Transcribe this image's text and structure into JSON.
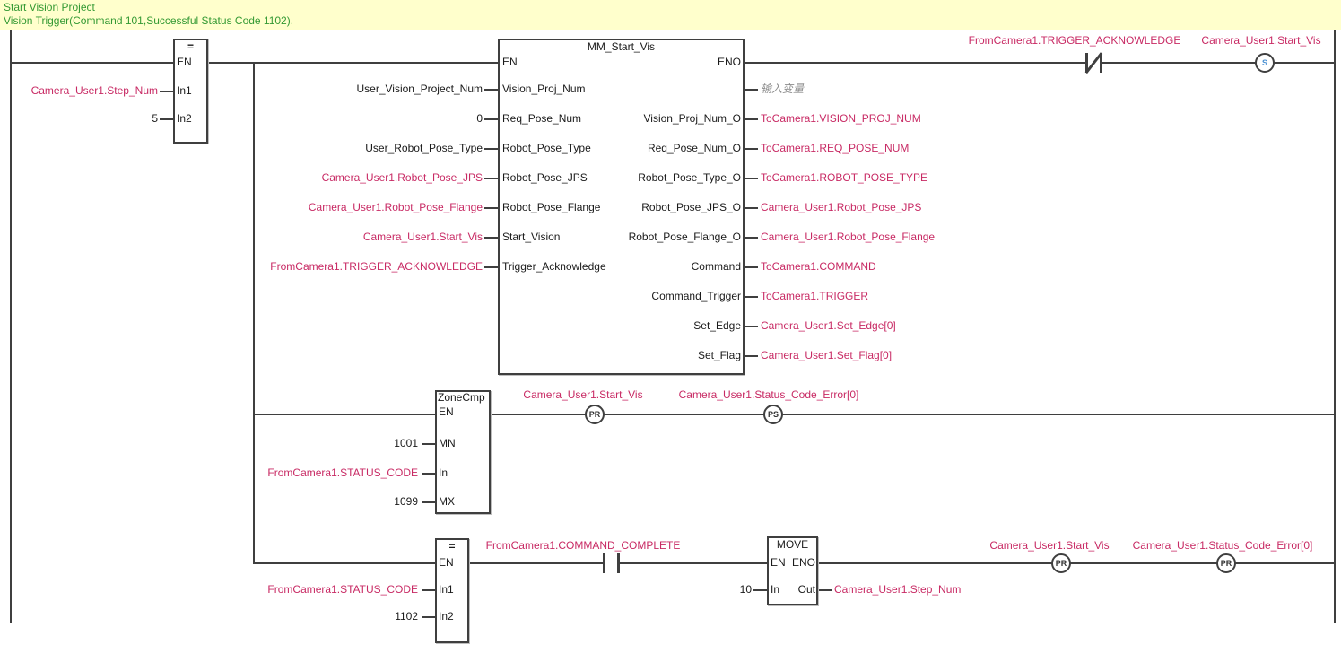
{
  "comment": {
    "line1": "Start Vision Project",
    "line2": "Vision Trigger(Command 101,Successful Status Code 1102)."
  },
  "colors": {
    "variable_text": "#c82a64",
    "literal_text": "#1a1a1a",
    "comment_text": "#339933",
    "comment_background": "#ffffcc",
    "wire": "#3f3f3f",
    "set_coil_letter": "#4a90d2",
    "annotation_text": "#8c8c8c"
  },
  "rung1": {
    "eq_block": {
      "title": "=",
      "en": "EN",
      "in1": "In1",
      "in2": "In2",
      "in1_operand": "Camera_User1.Step_Num",
      "in2_operand": "5"
    },
    "mm_block": {
      "title": "MM_Start_Vis",
      "pins_left": [
        "EN",
        "Vision_Proj_Num",
        "Req_Pose_Num",
        "Robot_Pose_Type",
        "Robot_Pose_JPS",
        "Robot_Pose_Flange",
        "Start_Vision",
        "Trigger_Acknowledge"
      ],
      "pins_right": [
        "ENO",
        "Vision_Proj_Num_O",
        "Req_Pose_Num_O",
        "Robot_Pose_Type_O",
        "Robot_Pose_JPS_O",
        "Robot_Pose_Flange_O",
        "Command",
        "Command_Trigger",
        "Set_Edge",
        "Set_Flag"
      ],
      "operands_left": [
        "User_Vision_Project_Num",
        "0",
        "User_Robot_Pose_Type",
        "Camera_User1.Robot_Pose_JPS",
        "Camera_User1.Robot_Pose_Flange",
        "Camera_User1.Start_Vis",
        "FromCamera1.TRIGGER_ACKNOWLEDGE"
      ],
      "annotation": "输入变量",
      "operands_right": [
        "ToCamera1.VISION_PROJ_NUM",
        "ToCamera1.REQ_POSE_NUM",
        "ToCamera1.ROBOT_POSE_TYPE",
        "Camera_User1.Robot_Pose_JPS",
        "Camera_User1.Robot_Pose_Flange",
        "ToCamera1.COMMAND",
        "ToCamera1.TRIGGER",
        "Camera_User1.Set_Edge[0]",
        "Camera_User1.Set_Flag[0]"
      ]
    },
    "nc_contact": {
      "label": "FromCamera1.TRIGGER_ACKNOWLEDGE"
    },
    "set_coil": {
      "label": "Camera_User1.Start_Vis",
      "symbol": "S"
    }
  },
  "rung2": {
    "zonecmp_block": {
      "title": "ZoneCmp",
      "en": "EN",
      "mn": "MN",
      "in": "In",
      "mx": "MX",
      "mn_operand": "1001",
      "in_operand": "FromCamera1.STATUS_CODE",
      "mx_operand": "1099"
    },
    "pr_coil": {
      "label": "Camera_User1.Start_Vis",
      "symbol": "PR"
    },
    "ps_coil": {
      "label": "Camera_User1.Status_Code_Error[0]",
      "symbol": "PS"
    }
  },
  "rung3": {
    "eq_block": {
      "title": "=",
      "en": "EN",
      "in1": "In1",
      "in2": "In2",
      "in1_operand": "FromCamera1.STATUS_CODE",
      "in2_operand": "1102"
    },
    "no_contact": {
      "label": "FromCamera1.COMMAND_COMPLETE"
    },
    "move_block": {
      "title": "MOVE",
      "en": "EN",
      "eno": "ENO",
      "in": "In",
      "out": "Out",
      "in_operand": "10",
      "out_operand": "Camera_User1.Step_Num"
    },
    "pr_coil1": {
      "label": "Camera_User1.Start_Vis",
      "symbol": "PR"
    },
    "pr_coil2": {
      "label": "Camera_User1.Status_Code_Error[0]",
      "symbol": "PR"
    }
  }
}
